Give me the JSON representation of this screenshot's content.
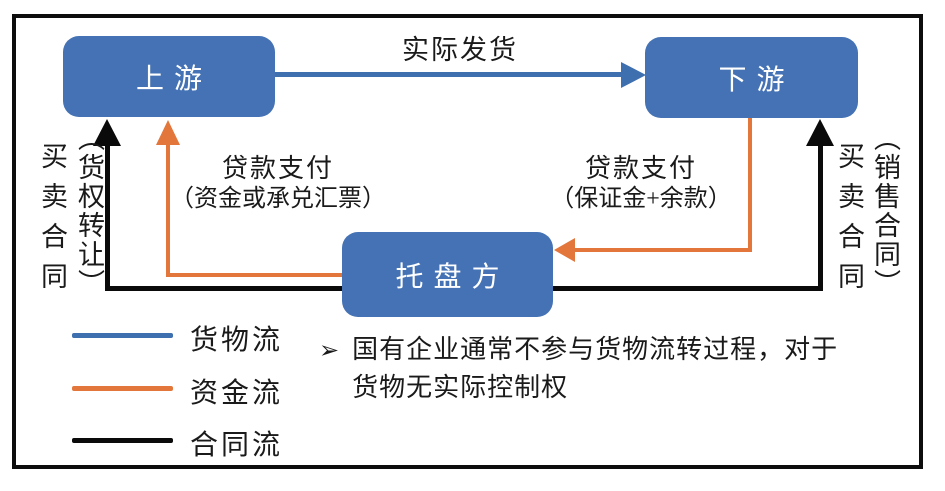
{
  "colors": {
    "node_fill": "#4472B4",
    "goods_flow_blue": "#3E6FAE",
    "funds_flow_orange": "#E2763B",
    "contract_flow_black": "#0A0A0A",
    "frame_border": "#0D0D0D"
  },
  "nodes": {
    "upstream": "上游",
    "downstream": "下游",
    "intermediary": "托盘方"
  },
  "labels": {
    "shipping": "实际发货",
    "payment_to_upstream": {
      "line1": "贷款支付",
      "line2": "（资金或承兑汇票）"
    },
    "payment_to_intermediary": {
      "line1": "贷款支付",
      "line2": "（保证金+余款）"
    },
    "contract_left": {
      "main": "买卖合同",
      "paren": "（货权转让）"
    },
    "contract_right": {
      "main": "买卖合同",
      "paren": "（销售合同）"
    }
  },
  "legend": {
    "items": [
      {
        "label": "货物流",
        "color": "#3E6FAE"
      },
      {
        "label": "资金流",
        "color": "#E2763B"
      },
      {
        "label": "合同流",
        "color": "#0A0A0A"
      }
    ]
  },
  "note": {
    "bullet": "➢",
    "line1": "国有企业通常不参与货物流转过程，对于",
    "line2": "货物无实际控制权"
  }
}
